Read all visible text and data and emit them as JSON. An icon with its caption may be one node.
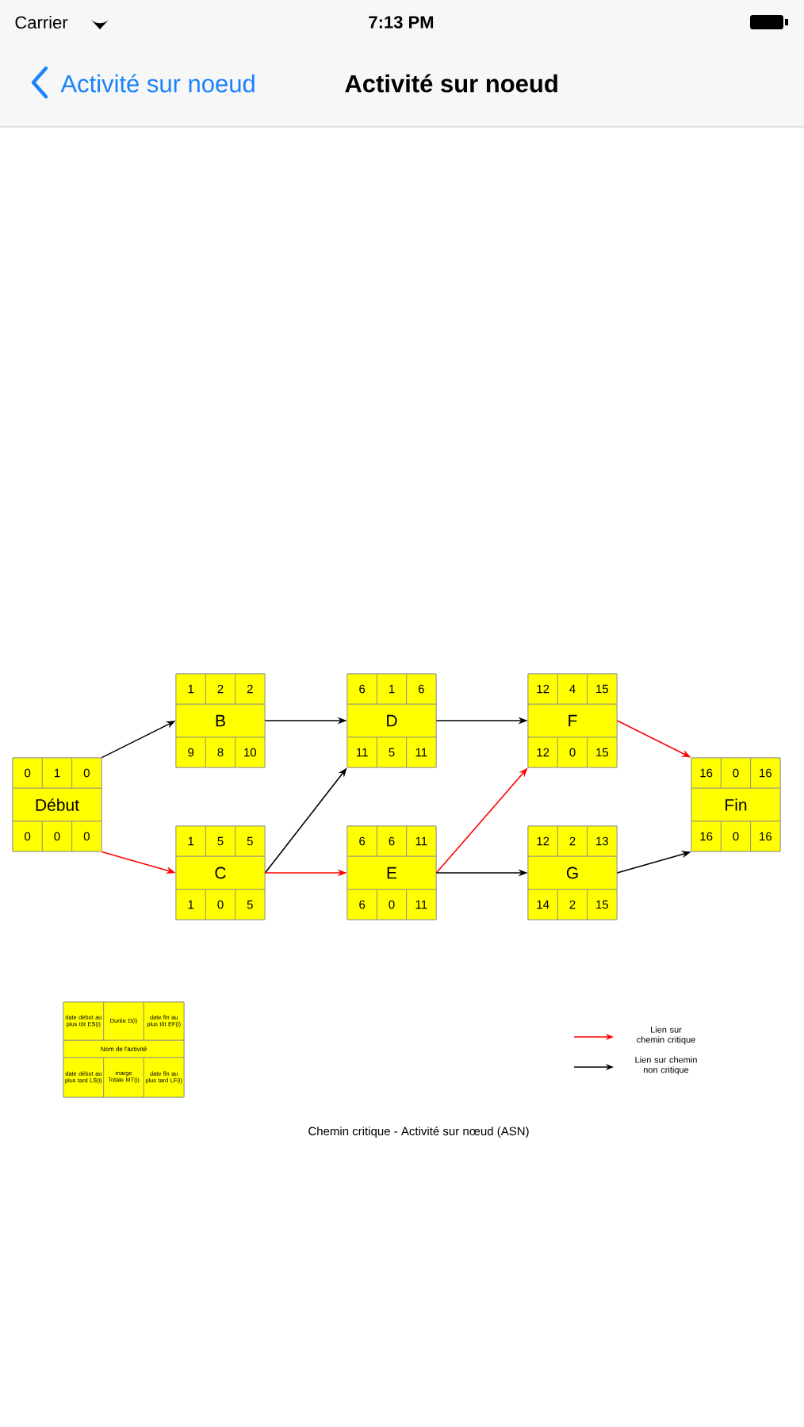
{
  "diagram": {
    "title": "Activité sur noeud",
    "caption": "Chemin critique - Activité sur nœud (ASN)",
    "nodes": [
      {
        "text": [
          "Début",
          "0",
          "1",
          "0",
          "0",
          "0",
          "0"
        ]
      },
      {
        "text": [
          "B",
          "1",
          "2",
          "2",
          "9",
          "8",
          "10"
        ]
      },
      {
        "text": [
          "C",
          "1",
          "5",
          "5",
          "1",
          "0",
          "5"
        ]
      },
      {
        "text": [
          "D",
          "6",
          "1",
          "6",
          "11",
          "5",
          "11"
        ]
      },
      {
        "text": [
          "E",
          "6",
          "6",
          "11",
          "6",
          "0",
          "11"
        ]
      },
      {
        "text": [
          "F",
          "12",
          "4",
          "15",
          "12",
          "0",
          "15"
        ]
      },
      {
        "text": [
          "G",
          "12",
          "2",
          "13",
          "14",
          "2",
          "15"
        ]
      },
      {
        "text": [
          "Fin",
          "16",
          "0",
          "16",
          "16",
          "0",
          "16"
        ]
      },
      {
        "text": [
          "Nom de l'activité",
          "date début au plus tôt ES(i)",
          "Durée D(i)",
          "date fin au plus tôt EF(i)",
          "date début au plus tard LS(i)",
          "marge Totale MT(i)",
          "date fin au plus tard LF(i)"
        ]
      }
    ],
    "edges": [
      {
        "from": 0,
        "to": 1,
        "arrow": "to"
      },
      {
        "from": 0,
        "to": 2,
        "arrow": "to",
        "color": "#ff0000"
      },
      {
        "from": 1,
        "to": 3,
        "arrow": "to"
      },
      {
        "from": 2,
        "to": 3,
        "arrow": "to"
      },
      {
        "from": 2,
        "to": 4,
        "arrow": "to",
        "color": "#ff0000"
      },
      {
        "from": 3,
        "to": 5,
        "arrow": "to"
      },
      {
        "from": 4,
        "to": 5,
        "arrow": "to",
        "color": "#ff0000"
      },
      {
        "from": 4,
        "to": 6,
        "arrow": "to"
      },
      {
        "from": 5,
        "to": 7,
        "arrow": "to",
        "color": "#ff0000"
      },
      {
        "from": 6,
        "to": 7,
        "arrow": "to"
      }
    ],
    "labels": [
      "Carrier",
      "7:13 PM",
      "Activité sur noeud"
    ],
    "legend": [
      {
        "text": "Lien sur chemin critique"
      },
      {
        "text": "Lien sur chemin non critique"
      }
    ]
  }
}
